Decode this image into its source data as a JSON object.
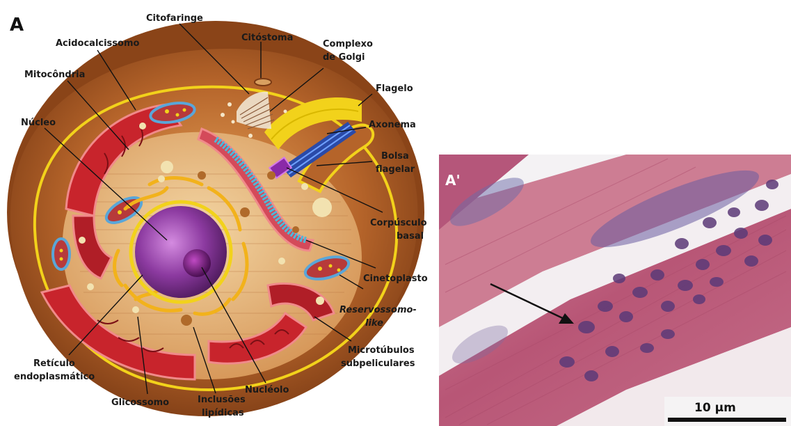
{
  "panels": {
    "a": "A",
    "a_prime": "A'"
  },
  "labels": {
    "citofaringe": "Citofaringe",
    "citostoma": "Citóstoma",
    "acidocalcissomo": "Acidocalcissomo",
    "complexo_golgi_1": "Complexo",
    "complexo_golgi_2": "de Golgi",
    "mitocondria": "Mitocôndria",
    "flagelo": "Flagelo",
    "nucleo": "Núcleo",
    "axonema": "Axonema",
    "bolsa_flagelar_1": "Bolsa",
    "bolsa_flagelar_2": "flagelar",
    "corpusculo_basal_1": "Corpúsculo",
    "corpusculo_basal_2": "basal",
    "cinetoplasto": "Cinetoplasto",
    "reservossomo_1": "Reservossomo-",
    "reservossomo_2": "like",
    "microtubulos_1": "Microtúbulos",
    "microtubulos_2": "subpeliculares",
    "reticulo_1": "Retículo",
    "reticulo_2": "endoplasmático",
    "nucleolo": "Nucléolo",
    "glicossomo": "Glicossomo",
    "inclusoes_1": "Inclusões",
    "inclusoes_2": "lipídicas"
  },
  "scale_bar": {
    "text": "10 µm"
  },
  "colors": {
    "cytoplasm": "#a0521f",
    "membrane": "#f2d21b",
    "nucleus": "#7b2d8e",
    "mitochondria": "#c8242c",
    "tissue_pink": "#c9708a",
    "nuclei_stain": "#5c3a78"
  }
}
